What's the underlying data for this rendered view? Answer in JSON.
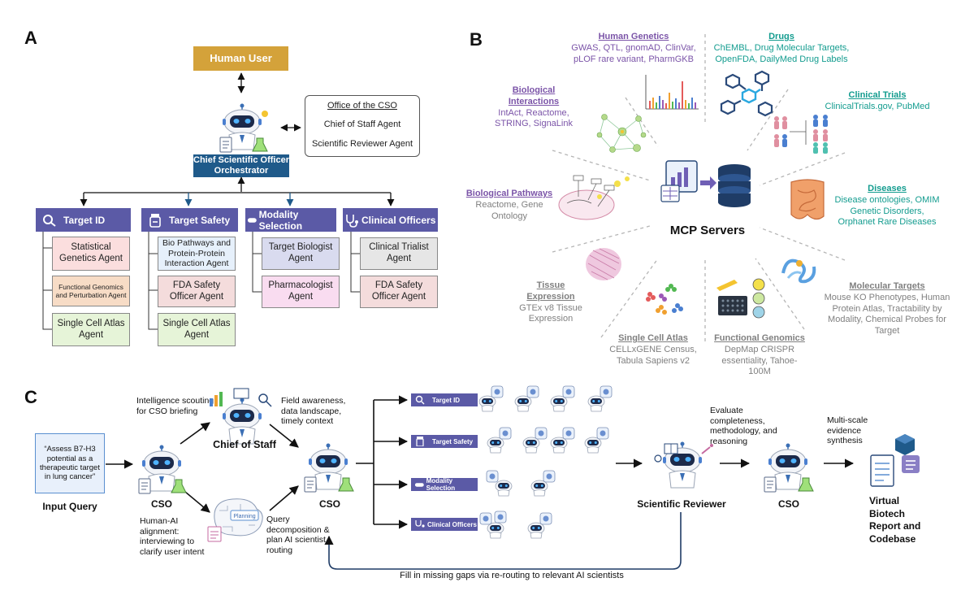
{
  "panels": {
    "a": "A",
    "b": "B",
    "c": "C"
  },
  "panel_a": {
    "human_user": "Human User",
    "office": {
      "title": "Office of the CSO",
      "chief_of_staff": "Chief of Staff Agent",
      "reviewer": "Scientific Reviewer Agent"
    },
    "orchestrator": "Chief Scientific Officer Orchestrator",
    "columns": [
      {
        "header": "Target ID",
        "agents": [
          "Statistical Genetics Agent",
          "Functional Genomics and Perturbation Agent",
          "Single Cell Atlas Agent"
        ]
      },
      {
        "header": "Target Safety",
        "agents": [
          "Bio Pathways and Protein-Protein Interaction Agent",
          "FDA Safety Officer Agent",
          "Single Cell Atlas Agent"
        ]
      },
      {
        "header": "Modality Selection",
        "agents": [
          "Target Biologist Agent",
          "Pharmacologist Agent"
        ]
      },
      {
        "header": "Clinical Officers",
        "agents": [
          "Clinical Trialist Agent",
          "FDA Safety Officer Agent"
        ]
      }
    ]
  },
  "panel_b": {
    "center_label": "MCP Servers",
    "categories": [
      {
        "title": "Human Genetics",
        "body": "GWAS, QTL, gnomAD, ClinVar, pLOF rare variant, PharmGKB",
        "color": "#7b54a8"
      },
      {
        "title": "Drugs",
        "body": "ChEMBL, Drug Molecular Targets, OpenFDA, DailyMed Drug Labels",
        "color": "#139c8f"
      },
      {
        "title": "Biological Interactions",
        "body": "IntAct, Reactome, STRING, SignaLink",
        "color": "#7b54a8"
      },
      {
        "title": "Clinical Trials",
        "body": "ClinicalTrials.gov, PubMed",
        "color": "#139c8f"
      },
      {
        "title": "Biological Pathways",
        "body": "Reactome, Gene Ontology",
        "color": "#7b54a8"
      },
      {
        "title": "Diseases",
        "body": "Disease ontologies, OMIM Genetic Disorders, Orphanet Rare Diseases",
        "color": "#139c8f"
      },
      {
        "title": "Tissue Expression",
        "body": "GTEx v8 Tissue Expression",
        "color": "#808080"
      },
      {
        "title": "Molecular Targets",
        "body": "Mouse KO Phenotypes, Human Protein Atlas, Tractability by Modality, Chemical Probes for Target",
        "color": "#808080"
      },
      {
        "title": "Single Cell Atlas",
        "body": "CELLxGENE Census, Tabula Sapiens v2",
        "color": "#808080"
      },
      {
        "title": "Functional Genomics",
        "body": "DepMap CRISPR essentiality, Tahoe-100M",
        "color": "#808080"
      }
    ]
  },
  "panel_c": {
    "input_query": "“Assess B7-H3 potential as a therapeutic target in lung cancer”",
    "input_label": "Input Query",
    "cso1": "CSO",
    "intel": "Intelligence scouting for CSO briefing",
    "chief_of_staff": "Chief of Staff",
    "field": "Field awareness, data landscape, timely context",
    "human_ai": "Human-AI alignment: interviewing to clarify user intent",
    "planning": "Planning",
    "query_decomp": "Query decomposition & plan AI scientist routing",
    "cso2": "CSO",
    "branches": [
      "Target ID",
      "Target Safety",
      "Modality Selection",
      "Clinical Officers"
    ],
    "evaluate": "Evaluate completeness, methodology, and reasoning",
    "reviewer": "Scientific Reviewer",
    "cso3": "CSO",
    "multiscale": "Multi-scale evidence synthesis",
    "report": "Virtual Biotech Report and Codebase",
    "feedback": "Fill in missing gaps via re-routing to relevant AI scientists"
  },
  "colors": {
    "header_purple": "#5b5aa6",
    "human_user_gold": "#d4a23a",
    "orchestrator_blue": "#1f5a8a",
    "red_agent": "#fbdede",
    "peach_agent": "#f7dcc6",
    "green_agent": "#e6f4d8",
    "blue_agent": "#e6f0fb",
    "rose_agent": "#f4dcdc",
    "lavender_agent": "#d9dbef",
    "pink_agent": "#f9dcf0",
    "gray_agent": "#e6e6e6"
  }
}
